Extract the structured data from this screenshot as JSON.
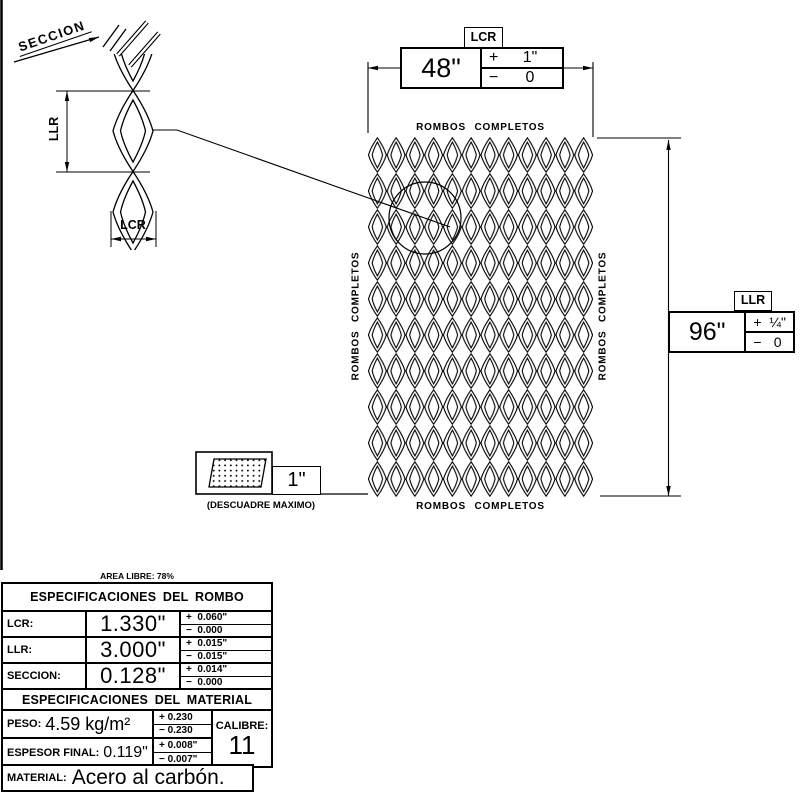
{
  "section_view": {
    "title": "SECCION",
    "llr_label": "LLR",
    "lcr_label": "LCR"
  },
  "dim_width": {
    "tag": "LCR",
    "value": "48\"",
    "plus_sign": "+",
    "plus_value": "1\"",
    "minus_sign": "−",
    "minus_value": "0"
  },
  "dim_height": {
    "tag": "LLR",
    "value": "96\"",
    "plus_sign": "+",
    "plus_value": "¼\"",
    "minus_sign": "−",
    "minus_value": "0"
  },
  "mesh_labels": {
    "top": "ROMBOS COMPLETOS",
    "bottom": "ROMBOS COMPLETOS",
    "left": "ROMBOS COMPLETOS",
    "right": "ROMBOS COMPLETOS"
  },
  "skew": {
    "value": "1\"",
    "caption": "(DESCUADRE MAXIMO)"
  },
  "area_libre": "AREA LIBRE: 78%",
  "rombo_table": {
    "title": "ESPECIFICACIONES DEL ROMBO",
    "rows": [
      {
        "label": "LCR:",
        "value": "1.330\"",
        "plus": "+  0.060\"",
        "minus": "−  0.000"
      },
      {
        "label": "LLR:",
        "value": "3.000\"",
        "plus": "+  0.015\"",
        "minus": "−  0.015\""
      },
      {
        "label": "SECCION:",
        "value": "0.128\"",
        "plus": "+  0.014\"",
        "minus": "−  0.000"
      }
    ]
  },
  "material_table": {
    "title": "ESPECIFICACIONES DEL MATERIAL",
    "peso": {
      "label": "PESO:",
      "value": "4.59 kg/m²",
      "plus": "+ 0.230",
      "minus": "− 0.230"
    },
    "espesor": {
      "label": "ESPESOR FINAL:",
      "value": "0.119\"",
      "plus": "+ 0.008\"",
      "minus": "− 0.007\""
    },
    "calibre": {
      "label": "CALIBRE:",
      "value": "11"
    },
    "material": {
      "label": "MATERIAL:",
      "value": "Acero al carbón."
    }
  }
}
